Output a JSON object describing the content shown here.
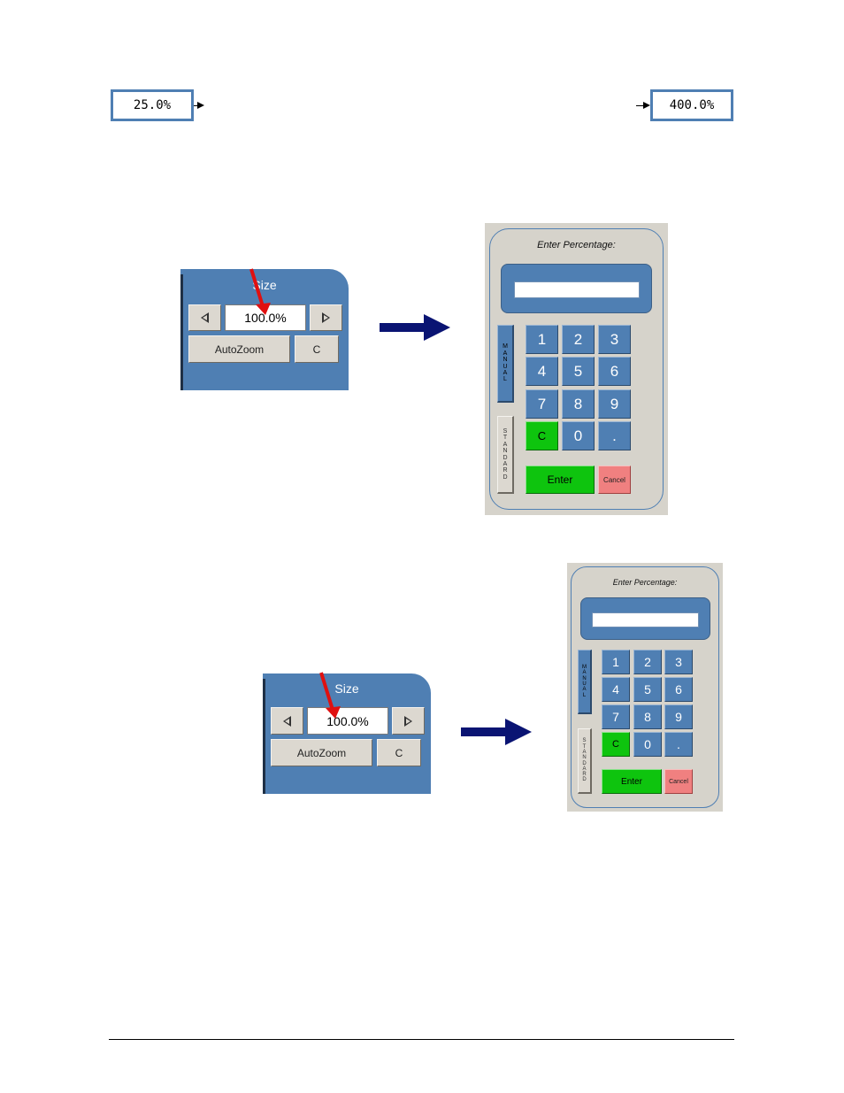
{
  "zoom_range": {
    "min": "25.0%",
    "max": "400.0%"
  },
  "size_panel": {
    "title": "Size",
    "value": "100.0%",
    "autozoom_label": "AutoZoom",
    "clear_label": "C"
  },
  "keypad": {
    "title": "Enter Percentage:",
    "display_value": "",
    "keys": [
      "1",
      "2",
      "3",
      "4",
      "5",
      "6",
      "7",
      "8",
      "9",
      "C",
      "0",
      "."
    ],
    "manual_label": "MANUAL",
    "standard_label": "STANDARD",
    "enter_label": "Enter",
    "cancel_label": "Cancel"
  },
  "colors": {
    "panel_blue": "#4f7fb3",
    "keypad_bg": "#d6d3cb",
    "green_key": "#0ec40e",
    "cancel_key": "#f08080",
    "navy_arrow": "#0a1473",
    "red_pointer": "#e01010"
  }
}
